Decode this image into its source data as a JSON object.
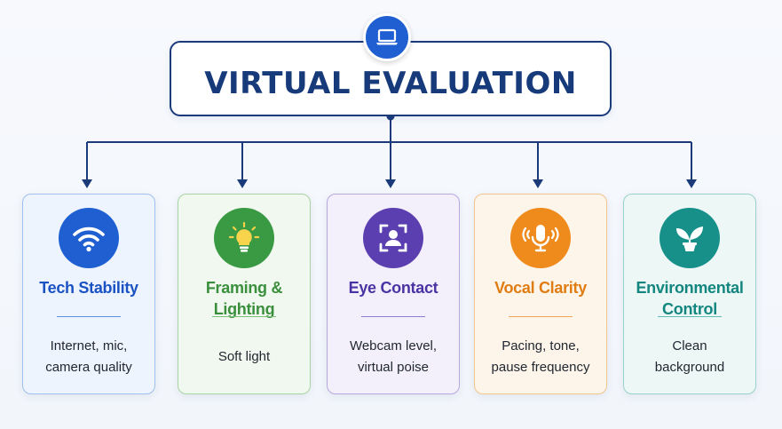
{
  "title": "VIRTUAL EVALUATION",
  "header_icon": "laptop-icon",
  "colors": {
    "navy": "#163a7a",
    "blue": "#1f5fd1",
    "green": "#3a9a44",
    "purple": "#5b3fb0",
    "orange": "#ef8a1c",
    "teal": "#17908a"
  },
  "cards": [
    {
      "title_lines": [
        "Tech Stability"
      ],
      "desc_lines": [
        "Internet, mic,",
        "camera quality"
      ],
      "icon": "wifi-icon"
    },
    {
      "title_lines": [
        "Framing &",
        "Lighting"
      ],
      "desc_lines": [
        "Soft light"
      ],
      "icon": "lightbulb-icon"
    },
    {
      "title_lines": [
        "Eye Contact"
      ],
      "desc_lines": [
        "Webcam level,",
        "virtual poise"
      ],
      "icon": "face-focus-icon"
    },
    {
      "title_lines": [
        "Vocal Clarity"
      ],
      "desc_lines": [
        "Pacing, tone,",
        "pause frequency"
      ],
      "icon": "microphone-icon"
    },
    {
      "title_lines": [
        "Environmental",
        "Control"
      ],
      "desc_lines": [
        "Clean",
        "background"
      ],
      "icon": "plant-icon"
    }
  ]
}
